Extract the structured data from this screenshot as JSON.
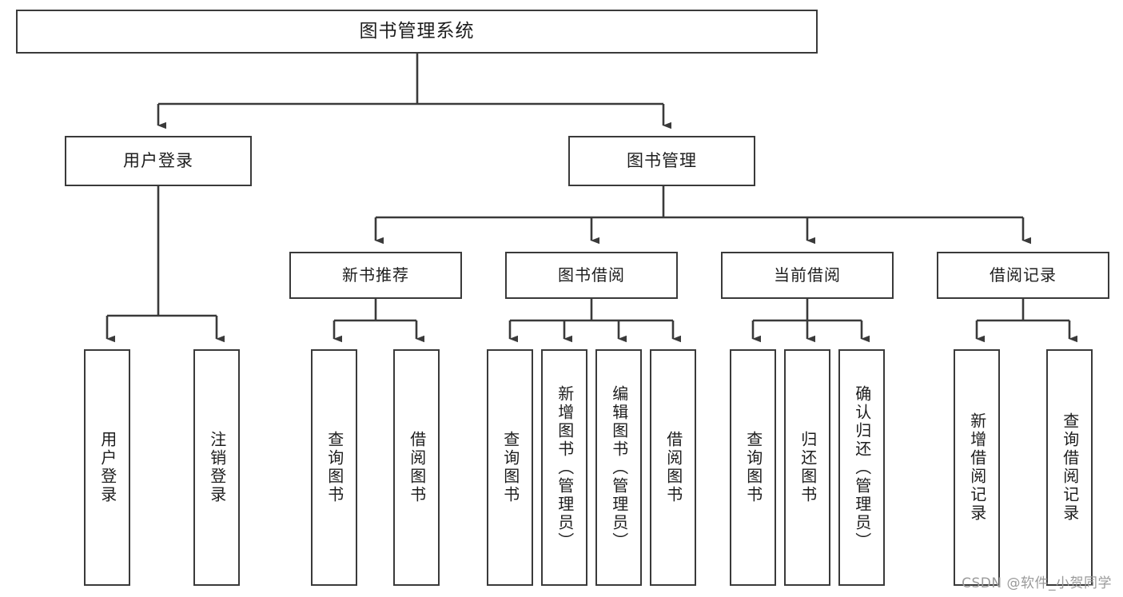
{
  "diagram": {
    "title": "图书管理系统",
    "watermark": "CSDN @软件_小贺同学",
    "colors": {
      "box_border": "#3a3a3a",
      "box_fill": "#ffffff",
      "connector": "#3a3a3a",
      "text": "#1d1d1d",
      "watermark": "#9a9a9a"
    },
    "nodes": {
      "root": {
        "label": "图书管理系统"
      },
      "level2": [
        {
          "id": "user-login",
          "label": "用户登录"
        },
        {
          "id": "book-manage",
          "label": "图书管理"
        }
      ],
      "level3": [
        {
          "id": "new-book-recommend",
          "label": "新书推荐"
        },
        {
          "id": "book-borrow",
          "label": "图书借阅"
        },
        {
          "id": "current-borrow",
          "label": "当前借阅"
        },
        {
          "id": "borrow-record",
          "label": "借阅记录"
        }
      ],
      "leaves": {
        "user_login": [
          {
            "id": "leaf-user-login",
            "label": "用户登录"
          },
          {
            "id": "leaf-logout-login",
            "label": "注销登录"
          }
        ],
        "new_book_recommend": [
          {
            "id": "leaf-query-book-1",
            "label": "查询图书"
          },
          {
            "id": "leaf-borrow-book-1",
            "label": "借阅图书"
          }
        ],
        "book_borrow": [
          {
            "id": "leaf-query-book-2",
            "label": "查询图书"
          },
          {
            "id": "leaf-add-book-admin",
            "label": "新增图书（管理员）"
          },
          {
            "id": "leaf-edit-book-admin",
            "label": "编辑图书（管理员）"
          },
          {
            "id": "leaf-borrow-book-2",
            "label": "借阅图书"
          }
        ],
        "current_borrow": [
          {
            "id": "leaf-query-book-3",
            "label": "查询图书"
          },
          {
            "id": "leaf-return-book",
            "label": "归还图书"
          },
          {
            "id": "leaf-confirm-return-admin",
            "label": "确认归还（管理员）"
          }
        ],
        "borrow_record": [
          {
            "id": "leaf-add-borrow-record",
            "label": "新增借阅记录"
          },
          {
            "id": "leaf-query-borrow-record",
            "label": "查询借阅记录"
          }
        ]
      }
    }
  }
}
